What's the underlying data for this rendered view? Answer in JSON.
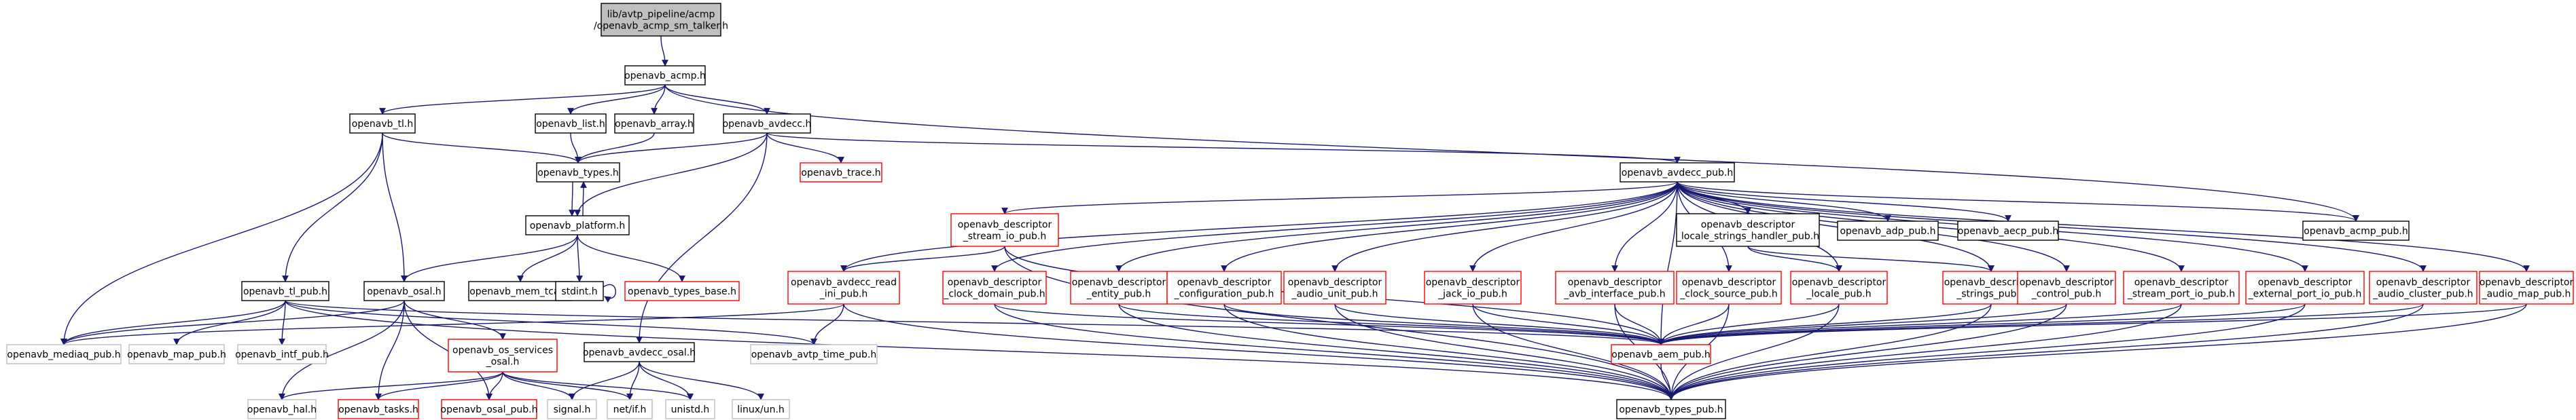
{
  "graph_title": "include dependency graph",
  "colors": {
    "edge": "#191970",
    "root_fill": "#bfbfbf",
    "border_black": "#000000",
    "border_red": "#ff0000",
    "border_gray": "#bfbfbf",
    "text_gray": "#7f7f7f"
  },
  "nodes": [
    {
      "id": "root",
      "lines": [
        "lib/avtp_pipeline/acmp",
        "/openavb_acmp_sm_talker.h"
      ],
      "kind": "root"
    },
    {
      "id": "acmp",
      "lines": [
        "openavb_acmp.h"
      ],
      "kind": "normal"
    },
    {
      "id": "tl",
      "lines": [
        "openavb_tl.h"
      ],
      "kind": "normal"
    },
    {
      "id": "list",
      "lines": [
        "openavb_list.h"
      ],
      "kind": "normal"
    },
    {
      "id": "array",
      "lines": [
        "openavb_array.h"
      ],
      "kind": "normal"
    },
    {
      "id": "avdecc",
      "lines": [
        "openavb_avdecc.h"
      ],
      "kind": "normal"
    },
    {
      "id": "types",
      "lines": [
        "openavb_types.h"
      ],
      "kind": "normal"
    },
    {
      "id": "trace",
      "lines": [
        "openavb_trace.h"
      ],
      "kind": "missing"
    },
    {
      "id": "avdecc_pub",
      "lines": [
        "openavb_avdecc_pub.h"
      ],
      "kind": "normal"
    },
    {
      "id": "platform",
      "lines": [
        "openavb_platform.h"
      ],
      "kind": "normal"
    },
    {
      "id": "tl_pub",
      "lines": [
        "openavb_tl_pub.h"
      ],
      "kind": "normal"
    },
    {
      "id": "osal",
      "lines": [
        "openavb_osal.h"
      ],
      "kind": "normal"
    },
    {
      "id": "mem_tcal",
      "lines": [
        "openavb_mem_tcal.h"
      ],
      "kind": "normal"
    },
    {
      "id": "stdint",
      "lines": [
        "stdint.h"
      ],
      "kind": "normal"
    },
    {
      "id": "types_base",
      "lines": [
        "openavb_types_base.h"
      ],
      "kind": "missing"
    },
    {
      "id": "desc_stream_io",
      "lines": [
        "openavb_descriptor",
        "_stream_io_pub.h"
      ],
      "kind": "missing"
    },
    {
      "id": "avdecc_read_ini",
      "lines": [
        "openavb_avdecc_read",
        "_ini_pub.h"
      ],
      "kind": "missing"
    },
    {
      "id": "locale_strings",
      "lines": [
        "openavb_descriptor",
        "_locale_strings_handler_pub.h"
      ],
      "kind": "normal"
    },
    {
      "id": "adp_pub",
      "lines": [
        "openavb_adp_pub.h"
      ],
      "kind": "normal"
    },
    {
      "id": "aecp_pub",
      "lines": [
        "openavb_aecp_pub.h"
      ],
      "kind": "normal"
    },
    {
      "id": "acmp_pub",
      "lines": [
        "openavb_acmp_pub.h"
      ],
      "kind": "normal"
    },
    {
      "id": "clock_domain",
      "lines": [
        "openavb_descriptor",
        "_clock_domain_pub.h"
      ],
      "kind": "missing"
    },
    {
      "id": "entity",
      "lines": [
        "openavb_descriptor",
        "_entity_pub.h"
      ],
      "kind": "missing"
    },
    {
      "id": "configuration",
      "lines": [
        "openavb_descriptor",
        "_configuration_pub.h"
      ],
      "kind": "missing"
    },
    {
      "id": "audio_unit",
      "lines": [
        "openavb_descriptor",
        "_audio_unit_pub.h"
      ],
      "kind": "missing"
    },
    {
      "id": "jack_io",
      "lines": [
        "openavb_descriptor",
        "_jack_io_pub.h"
      ],
      "kind": "missing"
    },
    {
      "id": "avb_interface",
      "lines": [
        "openavb_descriptor",
        "_avb_interface_pub.h"
      ],
      "kind": "missing"
    },
    {
      "id": "clock_source",
      "lines": [
        "openavb_descriptor",
        "_clock_source_pub.h"
      ],
      "kind": "missing"
    },
    {
      "id": "locale",
      "lines": [
        "openavb_descriptor",
        "_locale_pub.h"
      ],
      "kind": "missing"
    },
    {
      "id": "strings",
      "lines": [
        "openavb_descriptor",
        "_strings_pub.h"
      ],
      "kind": "missing"
    },
    {
      "id": "control",
      "lines": [
        "openavb_descriptor",
        "_control_pub.h"
      ],
      "kind": "missing"
    },
    {
      "id": "stream_port_io",
      "lines": [
        "openavb_descriptor",
        "_stream_port_io_pub.h"
      ],
      "kind": "missing"
    },
    {
      "id": "external_port_io",
      "lines": [
        "openavb_descriptor",
        "_external_port_io_pub.h"
      ],
      "kind": "missing"
    },
    {
      "id": "audio_cluster",
      "lines": [
        "openavb_descriptor",
        "_audio_cluster_pub.h"
      ],
      "kind": "missing"
    },
    {
      "id": "audio_map",
      "lines": [
        "openavb_descriptor",
        "_audio_map_pub.h"
      ],
      "kind": "missing"
    },
    {
      "id": "os_services",
      "lines": [
        "openavb_os_services",
        "_osal.h"
      ],
      "kind": "missing"
    },
    {
      "id": "avdecc_osal",
      "lines": [
        "openavb_avdecc_osal.h"
      ],
      "kind": "normal"
    },
    {
      "id": "mediaq_pub",
      "lines": [
        "openavb_mediaq_pub.h"
      ],
      "kind": "system"
    },
    {
      "id": "map_pub",
      "lines": [
        "openavb_map_pub.h"
      ],
      "kind": "system"
    },
    {
      "id": "intf_pub",
      "lines": [
        "openavb_intf_pub.h"
      ],
      "kind": "system"
    },
    {
      "id": "avtp_time",
      "lines": [
        "openavb_avtp_time_pub.h"
      ],
      "kind": "system"
    },
    {
      "id": "aem_pub",
      "lines": [
        "openavb_aem_pub.h"
      ],
      "kind": "missing"
    },
    {
      "id": "hal",
      "lines": [
        "openavb_hal.h"
      ],
      "kind": "system"
    },
    {
      "id": "tasks",
      "lines": [
        "openavb_tasks.h"
      ],
      "kind": "missing"
    },
    {
      "id": "osal_pub",
      "lines": [
        "openavb_osal_pub.h"
      ],
      "kind": "missing"
    },
    {
      "id": "signal",
      "lines": [
        "signal.h"
      ],
      "kind": "system"
    },
    {
      "id": "netif",
      "lines": [
        "net/if.h"
      ],
      "kind": "system"
    },
    {
      "id": "unistd",
      "lines": [
        "unistd.h"
      ],
      "kind": "system"
    },
    {
      "id": "linux_un",
      "lines": [
        "linux/un.h"
      ],
      "kind": "system"
    },
    {
      "id": "types_pub",
      "lines": [
        "openavb_types_pub.h"
      ],
      "kind": "normal"
    }
  ],
  "edges": [
    [
      "root",
      "acmp"
    ],
    [
      "acmp",
      "tl"
    ],
    [
      "acmp",
      "list"
    ],
    [
      "acmp",
      "array"
    ],
    [
      "acmp",
      "avdecc"
    ],
    [
      "acmp",
      "acmp_pub"
    ],
    [
      "tl",
      "types"
    ],
    [
      "tl",
      "tl_pub"
    ],
    [
      "tl",
      "osal"
    ],
    [
      "tl",
      "mediaq_pub"
    ],
    [
      "list",
      "types"
    ],
    [
      "array",
      "types"
    ],
    [
      "avdecc",
      "types"
    ],
    [
      "avdecc",
      "trace"
    ],
    [
      "avdecc",
      "platform"
    ],
    [
      "avdecc",
      "avdecc_pub"
    ],
    [
      "avdecc",
      "avdecc_osal"
    ],
    [
      "types",
      "platform"
    ],
    [
      "platform",
      "types"
    ],
    [
      "platform",
      "osal"
    ],
    [
      "platform",
      "mem_tcal"
    ],
    [
      "platform",
      "stdint"
    ],
    [
      "platform",
      "types_base"
    ],
    [
      "stdint",
      "stdint"
    ],
    [
      "avdecc_pub",
      "desc_stream_io"
    ],
    [
      "avdecc_pub",
      "avdecc_read_ini"
    ],
    [
      "avdecc_pub",
      "locale_strings"
    ],
    [
      "avdecc_pub",
      "adp_pub"
    ],
    [
      "avdecc_pub",
      "aecp_pub"
    ],
    [
      "avdecc_pub",
      "acmp_pub"
    ],
    [
      "avdecc_pub",
      "clock_domain"
    ],
    [
      "avdecc_pub",
      "entity"
    ],
    [
      "avdecc_pub",
      "configuration"
    ],
    [
      "avdecc_pub",
      "audio_unit"
    ],
    [
      "avdecc_pub",
      "jack_io"
    ],
    [
      "avdecc_pub",
      "avb_interface"
    ],
    [
      "avdecc_pub",
      "clock_source"
    ],
    [
      "avdecc_pub",
      "locale"
    ],
    [
      "avdecc_pub",
      "strings"
    ],
    [
      "avdecc_pub",
      "control"
    ],
    [
      "avdecc_pub",
      "stream_port_io"
    ],
    [
      "avdecc_pub",
      "external_port_io"
    ],
    [
      "avdecc_pub",
      "audio_cluster"
    ],
    [
      "avdecc_pub",
      "audio_map"
    ],
    [
      "avdecc_pub",
      "aem_pub"
    ],
    [
      "desc_stream_io",
      "avdecc_read_ini"
    ],
    [
      "desc_stream_io",
      "aem_pub"
    ],
    [
      "desc_stream_io",
      "types_pub"
    ],
    [
      "avdecc_read_ini",
      "mediaq_pub"
    ],
    [
      "avdecc_read_ini",
      "avtp_time"
    ],
    [
      "avdecc_read_ini",
      "types_pub"
    ],
    [
      "locale_strings",
      "locale"
    ],
    [
      "locale_strings",
      "strings"
    ],
    [
      "clock_domain",
      "aem_pub"
    ],
    [
      "clock_domain",
      "types_pub"
    ],
    [
      "entity",
      "aem_pub"
    ],
    [
      "entity",
      "types_pub"
    ],
    [
      "configuration",
      "aem_pub"
    ],
    [
      "configuration",
      "types_pub"
    ],
    [
      "audio_unit",
      "aem_pub"
    ],
    [
      "audio_unit",
      "types_pub"
    ],
    [
      "jack_io",
      "aem_pub"
    ],
    [
      "jack_io",
      "types_pub"
    ],
    [
      "avb_interface",
      "aem_pub"
    ],
    [
      "avb_interface",
      "types_pub"
    ],
    [
      "clock_source",
      "aem_pub"
    ],
    [
      "clock_source",
      "types_pub"
    ],
    [
      "locale",
      "aem_pub"
    ],
    [
      "locale",
      "types_pub"
    ],
    [
      "strings",
      "aem_pub"
    ],
    [
      "strings",
      "types_pub"
    ],
    [
      "control",
      "aem_pub"
    ],
    [
      "control",
      "types_pub"
    ],
    [
      "stream_port_io",
      "aem_pub"
    ],
    [
      "stream_port_io",
      "types_pub"
    ],
    [
      "external_port_io",
      "aem_pub"
    ],
    [
      "external_port_io",
      "types_pub"
    ],
    [
      "audio_cluster",
      "aem_pub"
    ],
    [
      "audio_cluster",
      "types_pub"
    ],
    [
      "audio_map",
      "aem_pub"
    ],
    [
      "audio_map",
      "types_pub"
    ],
    [
      "aem_pub",
      "types_pub"
    ],
    [
      "tl_pub",
      "mediaq_pub"
    ],
    [
      "tl_pub",
      "map_pub"
    ],
    [
      "tl_pub",
      "intf_pub"
    ],
    [
      "tl_pub",
      "avtp_time"
    ],
    [
      "tl_pub",
      "types_pub"
    ],
    [
      "tl_pub",
      "aem_pub"
    ],
    [
      "osal",
      "os_services"
    ],
    [
      "osal",
      "hal"
    ],
    [
      "osal",
      "tasks"
    ],
    [
      "osal",
      "osal_pub"
    ],
    [
      "osal",
      "mediaq_pub"
    ],
    [
      "os_services",
      "hal"
    ],
    [
      "os_services",
      "tasks"
    ],
    [
      "os_services",
      "osal_pub"
    ],
    [
      "os_services",
      "signal"
    ],
    [
      "os_services",
      "netif"
    ],
    [
      "os_services",
      "unistd"
    ],
    [
      "avdecc_osal",
      "signal"
    ],
    [
      "avdecc_osal",
      "netif"
    ],
    [
      "avdecc_osal",
      "unistd"
    ],
    [
      "avdecc_osal",
      "linux_un"
    ]
  ]
}
